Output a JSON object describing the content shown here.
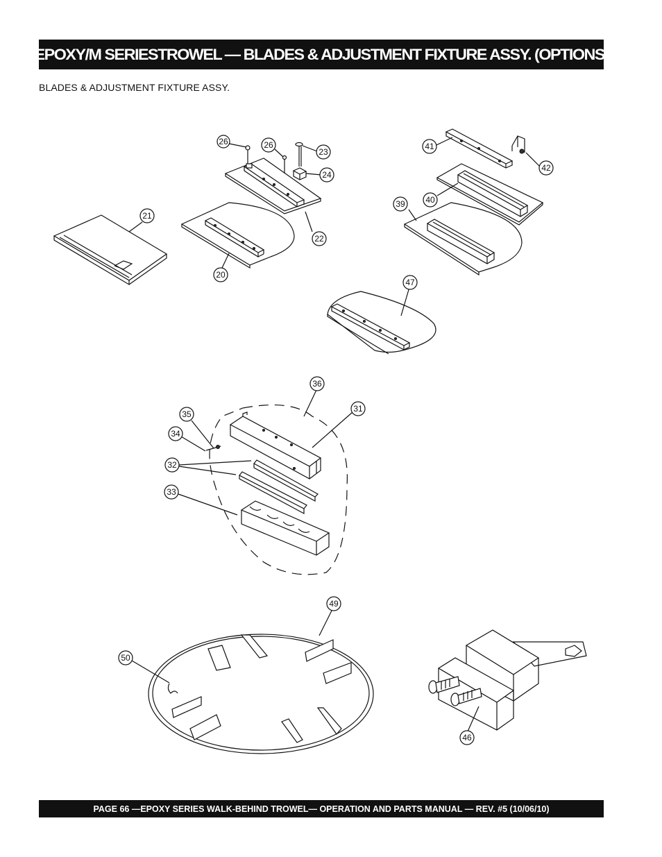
{
  "header": {
    "title": "EPOXY/M SERIESTROWEL — BLADES & ADJUSTMENT FIXTURE ASSY. (OPTIONS)"
  },
  "section": {
    "subtitle": "BLADES & ADJUSTMENT FIXTURE ASSY."
  },
  "callouts": {
    "c26a": "26",
    "c26b": "26",
    "c23": "23",
    "c24": "24",
    "c22": "22",
    "c21": "21",
    "c20": "20",
    "c41": "41",
    "c42": "42",
    "c40": "40",
    "c39": "39",
    "c47": "47",
    "c36": "36",
    "c35": "35",
    "c31": "31",
    "c34": "34",
    "c32": "32",
    "c33": "33",
    "c49": "49",
    "c50": "50",
    "c46": "46"
  },
  "footer": {
    "text": "PAGE 66 —EPOXY  SERIES WALK-BEHIND TROWEL— OPERATION AND PARTS MANUAL — REV. #5 (10/06/10)"
  }
}
